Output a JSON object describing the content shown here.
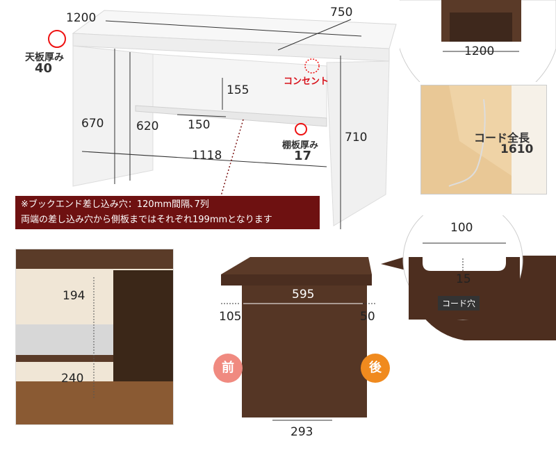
{
  "main_desk": {
    "width": "1200",
    "depth": "750",
    "top_thickness_label": "天板厚み",
    "top_thickness_value": "40",
    "outlet_label": "コンセント",
    "shelf_height": "155",
    "shelf_depth": "150",
    "leg_clearance_outer": "670",
    "leg_clearance_inner": "620",
    "shelf_thickness_label": "棚板厚み",
    "shelf_thickness_value": "17",
    "total_height": "710",
    "inner_width": "1118"
  },
  "callout": {
    "line1": "※ブックエンド差し込み穴：120mm間隔､7列",
    "line2": "両端の差し込み穴から側板まではそれぞれ199mmとなります"
  },
  "top_right_view": {
    "width": "1200"
  },
  "cord_photo": {
    "label": "コード全長",
    "value": "1610"
  },
  "cord_hole_detail": {
    "width": "100",
    "depth": "15",
    "tag": "コード穴"
  },
  "side_view": {
    "shelf_width": "595",
    "front_offset": "105",
    "back_offset": "50",
    "bottom_width": "293",
    "front_label": "前",
    "back_label": "後",
    "colors": {
      "front": "#f08a80",
      "back": "#f08a1e"
    }
  },
  "photo_left": {
    "upper": "194",
    "lower": "240"
  }
}
